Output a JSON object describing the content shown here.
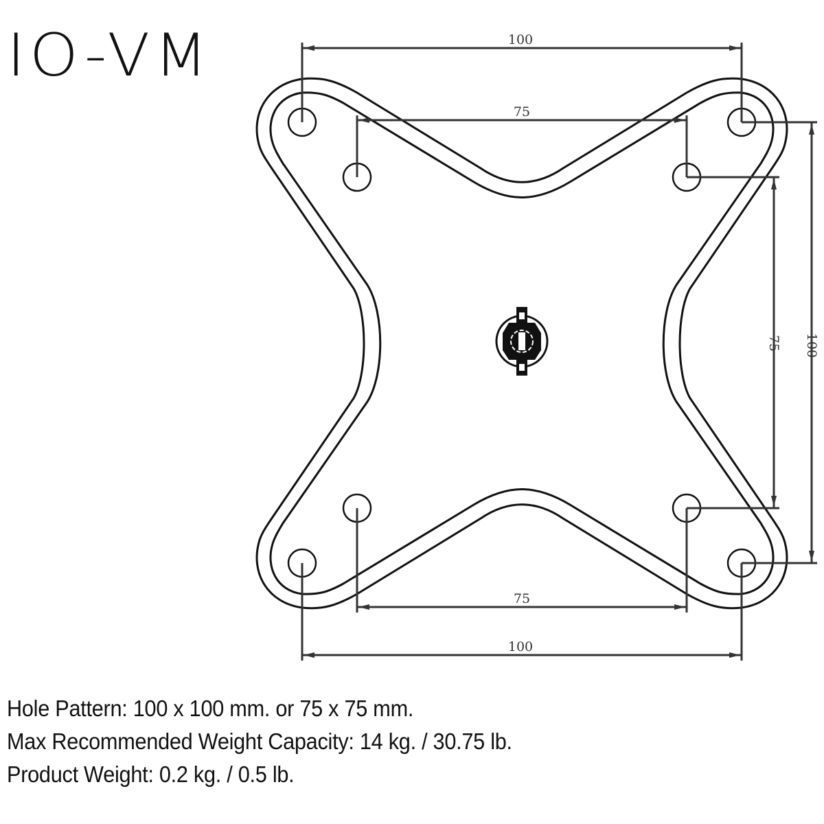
{
  "title": "IO-VM",
  "drawing": {
    "dimensions": {
      "top_outer": "100",
      "top_inner": "75",
      "bottom_inner": "75",
      "bottom_outer": "100",
      "right_inner": "75",
      "right_outer": "100"
    },
    "hole_pattern_outer": "100 x 100 mm",
    "hole_pattern_inner": "75 x 75 mm",
    "center_icon": "mount-knob-icon"
  },
  "specs": [
    "Hole Pattern: 100 x 100 mm. or 75 x 75 mm.",
    "Max Recommended Weight Capacity: 14 kg. / 30.75 lb.",
    "Product Weight: 0.2 kg. / 0.5 lb."
  ],
  "colors": {
    "line": "#111111",
    "dim_line": "#333333",
    "background": "#ffffff"
  }
}
